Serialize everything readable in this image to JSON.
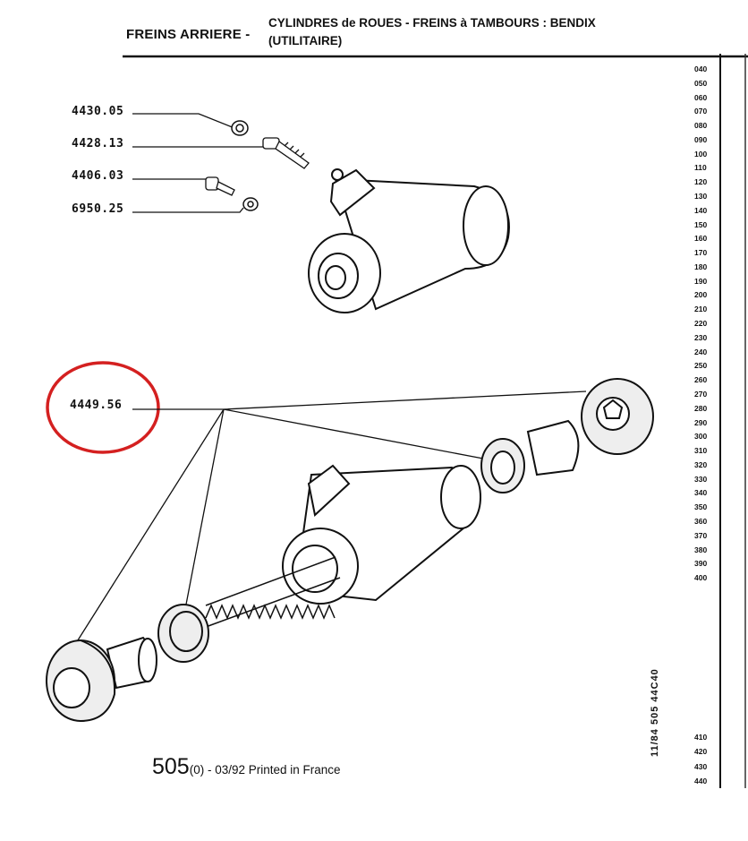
{
  "header": {
    "title": "FREINS ARRIERE -",
    "subtitle_line1": "CYLINDRES de ROUES - FREINS à TAMBOURS : BENDIX",
    "subtitle_line2": "(UTILITAIRE)"
  },
  "parts": [
    {
      "ref": "4430.05"
    },
    {
      "ref": "4428.13"
    },
    {
      "ref": "4406.03"
    },
    {
      "ref": "6950.25"
    },
    {
      "ref": "4449.56",
      "highlighted": true
    }
  ],
  "highlight_color": "#d42020",
  "ruler_top": [
    "040",
    "050",
    "060",
    "070",
    "080",
    "090",
    "100",
    "110",
    "120",
    "130",
    "140",
    "150",
    "160",
    "170",
    "180",
    "190",
    "200",
    "210",
    "220",
    "230",
    "240",
    "250",
    "260",
    "270",
    "280",
    "290",
    "300",
    "310",
    "320",
    "330",
    "340",
    "350",
    "360",
    "370",
    "380",
    "390",
    "400"
  ],
  "ruler_bottom": [
    "410",
    "420",
    "430",
    "440"
  ],
  "side_code": "11/84  505  44C40",
  "footer": {
    "model": "505",
    "rest": "(0) - 03/92 Printed in France"
  }
}
